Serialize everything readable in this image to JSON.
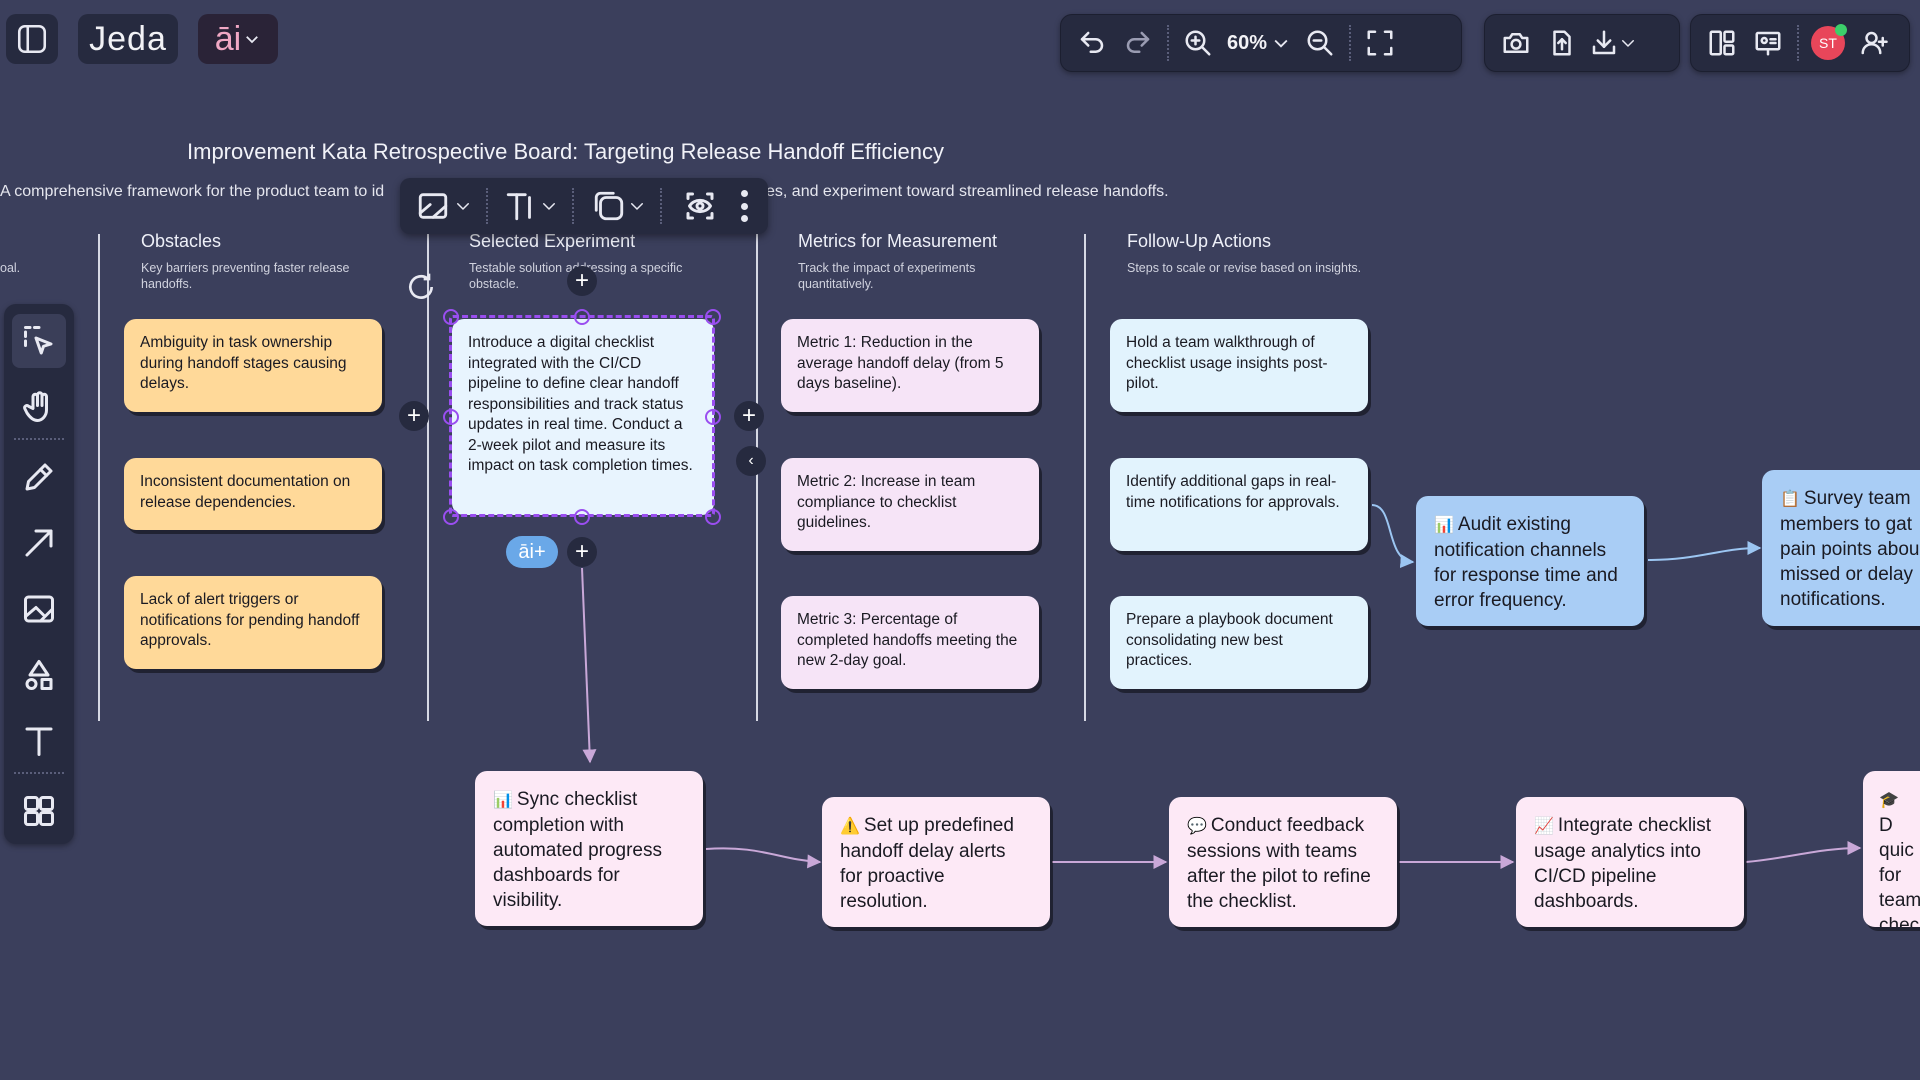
{
  "app": {
    "logo_text": "Jeda",
    "ai_label": "āi",
    "zoom_label": "60%",
    "avatar_initials": "ST"
  },
  "board": {
    "title": "Improvement Kata Retrospective Board: Targeting Release Handoff Efficiency",
    "subtitle_left": "A comprehensive framework for the product team to id",
    "subtitle_right": "es, and experiment toward streamlined release handoffs.",
    "partial_left_col_sub": "oal.",
    "columns": [
      {
        "heading": "Obstacles",
        "sub": "Key barriers preventing faster release handoffs."
      },
      {
        "heading": "Selected Experiment",
        "sub": "Testable solution addressing a specific obstacle."
      },
      {
        "heading": "Metrics for Measurement",
        "sub": "Track the impact of experiments quantitatively."
      },
      {
        "heading": "Follow-Up Actions",
        "sub": "Steps to scale or revise based on insights."
      }
    ],
    "obstacles": [
      "Ambiguity in task ownership during handoff stages causing delays.",
      "Inconsistent documentation on release dependencies.",
      "Lack of alert triggers or notifications for pending handoff approvals."
    ],
    "experiment": "Introduce a digital checklist integrated with the CI/CD pipeline to define clear handoff responsibilities and track status updates in real time. Conduct a 2-week pilot and measure its impact on task completion times.",
    "metrics": [
      "Metric 1: Reduction in the average handoff delay (from 5 days baseline).",
      "Metric 2: Increase in team compliance to checklist guidelines.",
      "Metric 3: Percentage of completed handoffs meeting the new 2-day goal."
    ],
    "followups": [
      "Hold a team walkthrough of checklist usage insights post-pilot.",
      "Identify additional gaps in real-time notifications for approvals.",
      "Prepare a playbook document consolidating new best practices."
    ],
    "blue_cards": [
      {
        "emoji": "📊",
        "text": "Audit existing notification channels for response time and error frequency."
      },
      {
        "emoji": "📋",
        "text": "Survey team members to gat pain points abou missed or delay notifications."
      }
    ],
    "flow_cards": [
      {
        "emoji": "📊",
        "text": "Sync checklist completion with automated progress dashboards for visibility."
      },
      {
        "emoji": "⚠️",
        "text": "Set up predefined handoff delay alerts for proactive resolution."
      },
      {
        "emoji": "💬",
        "text": "Conduct feedback sessions with teams after the pilot to refine the checklist."
      },
      {
        "emoji": "📈",
        "text": "Integrate checklist usage analytics into CI/CD pipeline dashboards."
      },
      {
        "emoji": "🎓",
        "text": "D quic for team chec"
      }
    ],
    "ai_plus_label": "āi+"
  }
}
